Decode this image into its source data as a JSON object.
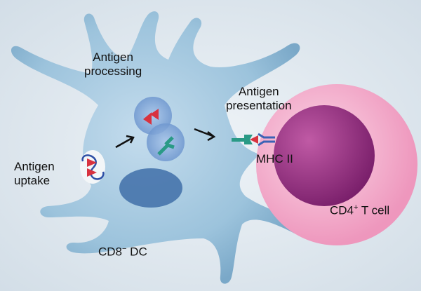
{
  "labels": {
    "antigen_processing": [
      "Antigen",
      "processing"
    ],
    "antigen_presentation": [
      "Antigen",
      "presentation"
    ],
    "antigen_uptake": [
      "Antigen",
      "uptake"
    ],
    "mhc": "MHC II",
    "tcell": {
      "base": "CD4",
      "sup": "+",
      "rest": " T cell"
    },
    "dc": {
      "base": "CD8",
      "sup": "−",
      "rest": " DC"
    }
  },
  "colors": {
    "background": "#dfe8ef",
    "dc_cell": "#9cc3dc",
    "nucleus": "#3f6fa8",
    "tcell_outer": "#f2a9c8",
    "tcell_inner": "#9a2f86",
    "antigen": "#d8323f",
    "mhc": "#2a9a86",
    "tcr": "#3b62b5"
  }
}
